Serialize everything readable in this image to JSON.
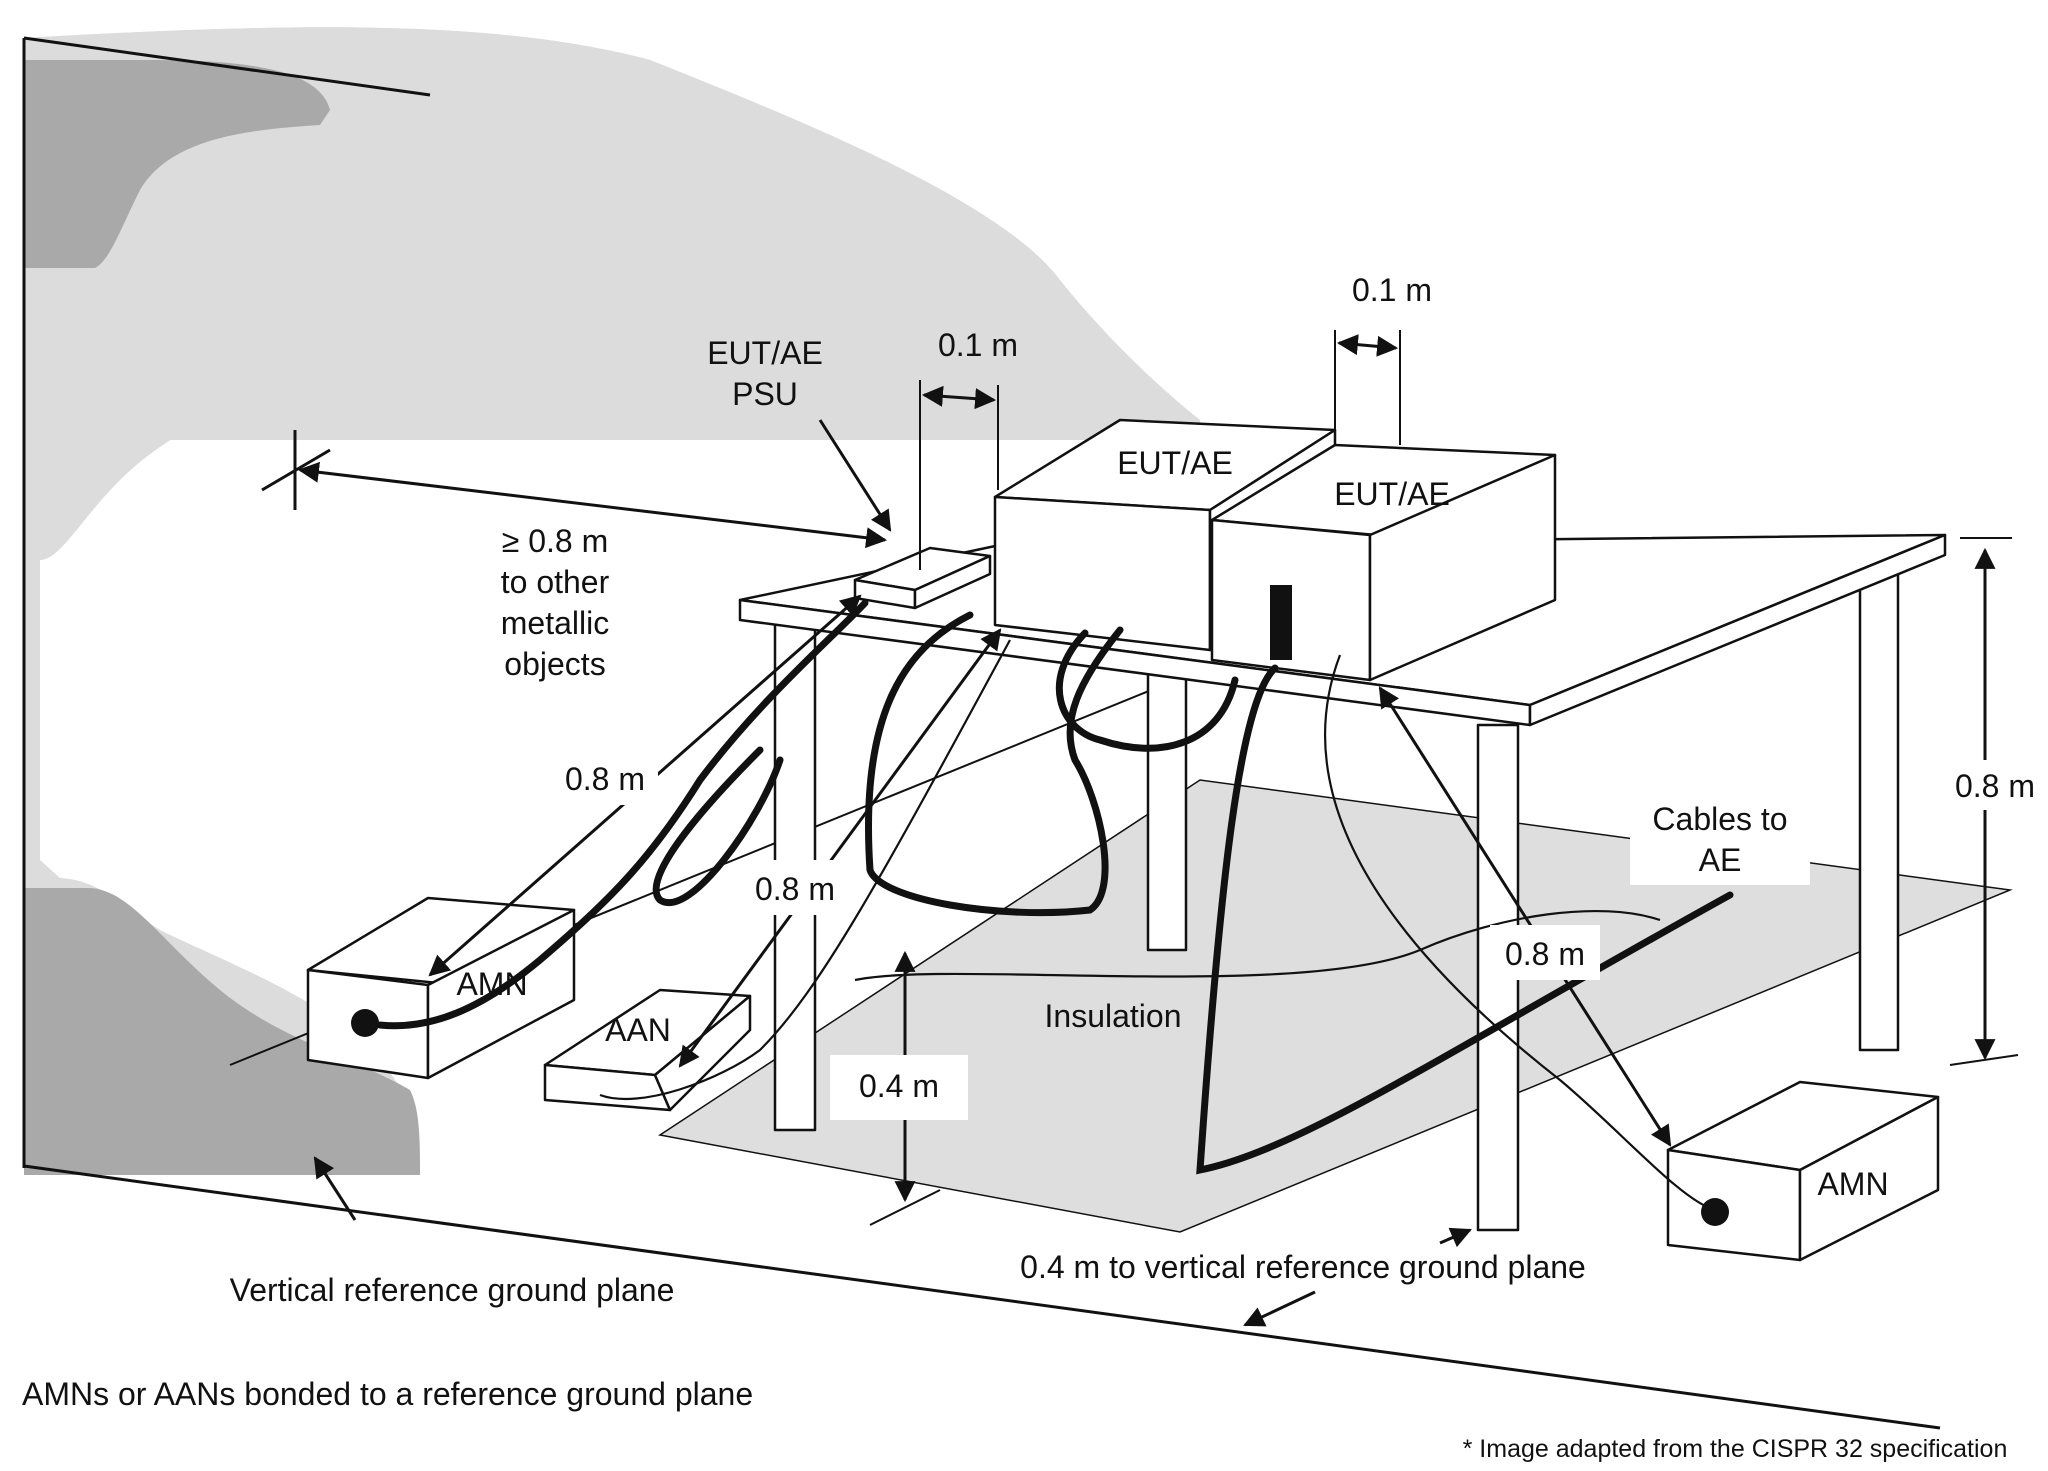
{
  "labels": {
    "eut_ae_psu_line1": "EUT/AE",
    "eut_ae_psu_line2": "PSU",
    "dim_01m_left": "0.1 m",
    "dim_01m_right": "0.1 m",
    "eut_ae_left": "EUT/AE",
    "eut_ae_right": "EUT/AE",
    "distance_line1": "≥ 0.8 m",
    "distance_line2": "to other",
    "distance_line3": "metallic",
    "distance_line4": "objects",
    "dim_08m_amn_left": "0.8 m",
    "dim_08m_aan": "0.8 m",
    "dim_08m_amn_right": "0.8 m",
    "dim_08m_table_height": "0.8 m",
    "cables_to_ae_line1": "Cables to",
    "cables_to_ae_line2": "AE",
    "amn_left": "AMN",
    "amn_right": "AMN",
    "aan": "AAN",
    "insulation": "Insulation",
    "dim_04m_height": "0.4 m",
    "dim_04m_to_vertical": "0.4 m to vertical reference ground plane",
    "vertical_ref_plane": "Vertical reference ground plane",
    "bonded_note": "AMNs or AANs bonded to a reference ground plane",
    "footnote": "* Image adapted from the CISPR 32 specification"
  }
}
